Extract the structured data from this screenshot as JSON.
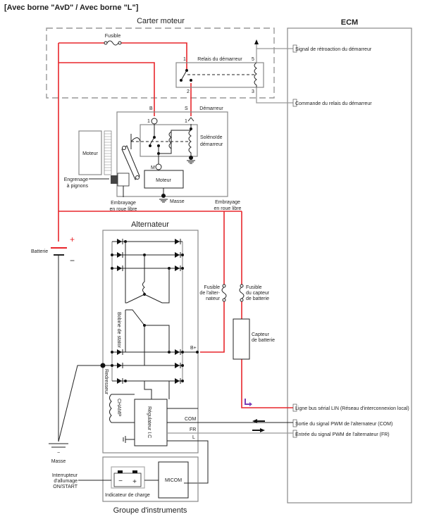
{
  "title": "[Avec borne \"AvD\" / Avec borne \"L\"]",
  "engine_compartment": {
    "label": "Carter moteur",
    "fuse_label": "Fusible",
    "relay": {
      "label": "Relais du démarreur",
      "pins": [
        "1",
        "2",
        "3",
        "5"
      ]
    }
  },
  "ecm": {
    "label": "ECM",
    "terminals": [
      "Signal de rétroaction du démarreur",
      "Commande du relais du démarreur",
      "Ligne bus sérial LIN (Réseau d'interconnexion local)",
      "Sortie du signal PWM de l'alternateur (COM)",
      "Entrée du signal PWM de l'alternateur (FR)"
    ]
  },
  "starter": {
    "label": "Démarreur",
    "terminal_b": "B",
    "terminal_s": "S",
    "terminal_m": "M",
    "pin_1a": "1",
    "pin_1b": "1",
    "solenoid_label_1": "Solénoïde",
    "solenoid_label_2": "démarreur",
    "engine_label": "Moteur",
    "motor_label": "Moteur",
    "pinion_label_1": "Engrenage",
    "pinion_label_2": "à pignons",
    "clutch_label_1": "Embrayage",
    "clutch_label_2": "en roue libre",
    "ground_label": "Masse"
  },
  "clutch_right": {
    "line1": "Embrayage",
    "line2": "en roue libre"
  },
  "battery": {
    "label": "Batterie",
    "plus": "+",
    "minus": "−",
    "ground_label": "Masse"
  },
  "alternator": {
    "label": "Alternateur",
    "stator_label": "Bobine de stator",
    "rectifier_label": "Redresseur",
    "field_label": "CHAMP",
    "regulator_label": "Régulateur I.C",
    "b_plus": "B+",
    "com": "COM",
    "fr": "FR",
    "l": "L"
  },
  "fuses": {
    "alternator": [
      "Fusible",
      "de l'alter-",
      "nateur"
    ],
    "battery_sensor": [
      "Fusible",
      "du capteur",
      "de batterie"
    ]
  },
  "battery_sensor": [
    "Capteur",
    "de batterie"
  ],
  "instrument_cluster": {
    "label": "Groupe d'instruments",
    "ignition": [
      "Interrupteur",
      "d'allumage",
      "ON/START"
    ],
    "charge_indicator": "Indicateur de charge",
    "micom": "MICOM",
    "minus": "−",
    "plus": "+"
  },
  "colors": {
    "power_wire": "#e8262b",
    "lin_arrow": "#7a3fb5",
    "signal_wire": "#222222",
    "frame": "#888888"
  }
}
